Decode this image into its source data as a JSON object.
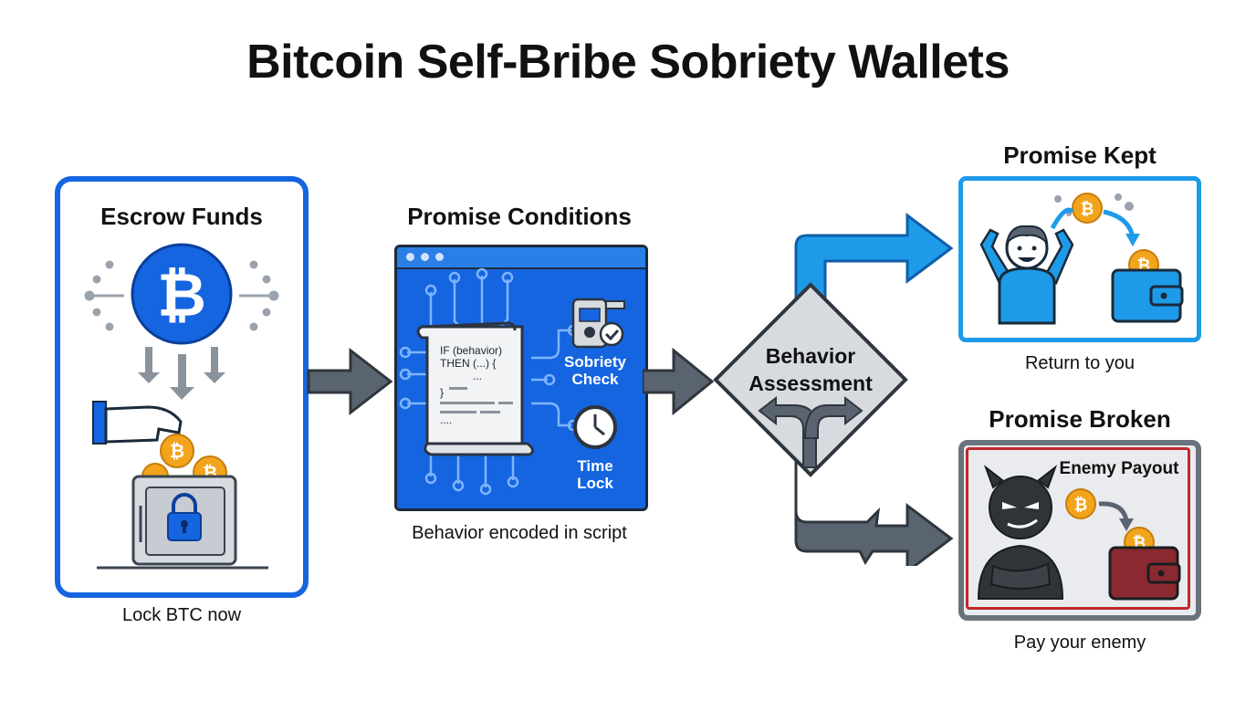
{
  "title": "Bitcoin Self-Bribe Sobriety Wallets",
  "escrow": {
    "heading": "Escrow Funds",
    "caption": "Lock BTC now"
  },
  "conditions": {
    "heading": "Promise Conditions",
    "code_line1": "IF (behavior)",
    "code_line2": "THEN (...) {",
    "code_line3": "...",
    "code_line4": "}",
    "code_line5": "....",
    "sobriety_label_1": "Sobriety",
    "sobriety_label_2": "Check",
    "timelock_label_1": "Time",
    "timelock_label_2": "Lock",
    "caption": "Behavior encoded in script"
  },
  "assessment": {
    "label_1": "Behavior",
    "label_2": "Assessment"
  },
  "kept": {
    "heading": "Promise Kept",
    "caption": "Return to you"
  },
  "broken": {
    "heading": "Promise Broken",
    "inner_label": "Enemy Payout",
    "caption": "Pay your enemy"
  },
  "colors": {
    "blue": "#1565e0",
    "light_blue": "#1e9be8",
    "gray": "#5a6470",
    "red": "#c0282d",
    "gold": "#f2a51c"
  }
}
